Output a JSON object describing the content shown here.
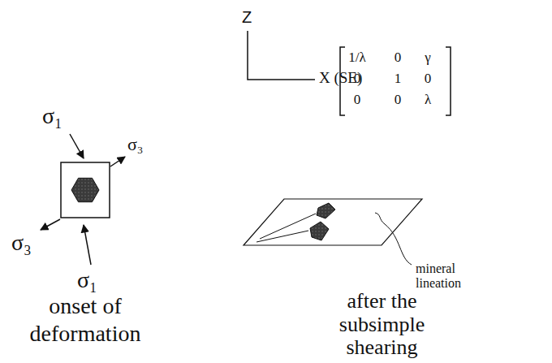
{
  "diagram": {
    "labels": [
      "σ₁",
      "σ₃",
      "σ₃",
      "σ₁",
      "onset of deformation",
      "Z",
      "X (SE)",
      "1/λ",
      "0",
      "γ",
      "0",
      "1",
      "0",
      "0",
      "0",
      "λ",
      "mineral lineation",
      "after the subsimple shearing"
    ]
  }
}
